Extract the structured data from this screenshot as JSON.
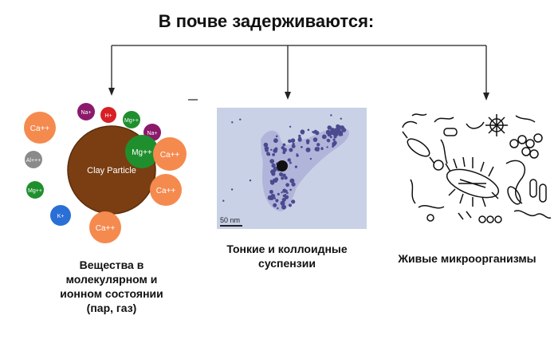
{
  "title": "В почве задерживаются:",
  "columns": [
    {
      "caption_lines": [
        "Вещества в",
        "молекулярном и",
        "ионном состоянии",
        "(пар, газ)"
      ],
      "particle_label": "Clay Particle",
      "ions": [
        {
          "label": "Na+",
          "color": "#8b1a6b"
        },
        {
          "label": "H+",
          "color": "#d81f26"
        },
        {
          "label": "Mg++",
          "color": "#1f8f2e"
        },
        {
          "label": "Na+",
          "color": "#8b1a6b"
        },
        {
          "label": "Ca++",
          "color": "#f58a4e"
        },
        {
          "label": "Mg++",
          "color": "#1f8f2e"
        },
        {
          "label": "Al+++",
          "color": "#8a8a8a"
        },
        {
          "label": "Ca++",
          "color": "#f58a4e"
        },
        {
          "label": "Mg++",
          "color": "#1f8f2e"
        },
        {
          "label": "Ca++",
          "color": "#f58a4e"
        },
        {
          "label": "K+",
          "color": "#2a6fd6"
        },
        {
          "label": "Ca++",
          "color": "#f58a4e"
        }
      ]
    },
    {
      "caption_lines": [
        "Тонкие и коллоидные",
        "суспензии"
      ],
      "scale_label": "50 nm"
    },
    {
      "caption_lines": [
        "Живые микроорганизмы"
      ]
    }
  ],
  "colors": {
    "clay": "#7a3e12",
    "tem_background": "#c9d1e6",
    "colloid": "#4a4a8f"
  }
}
